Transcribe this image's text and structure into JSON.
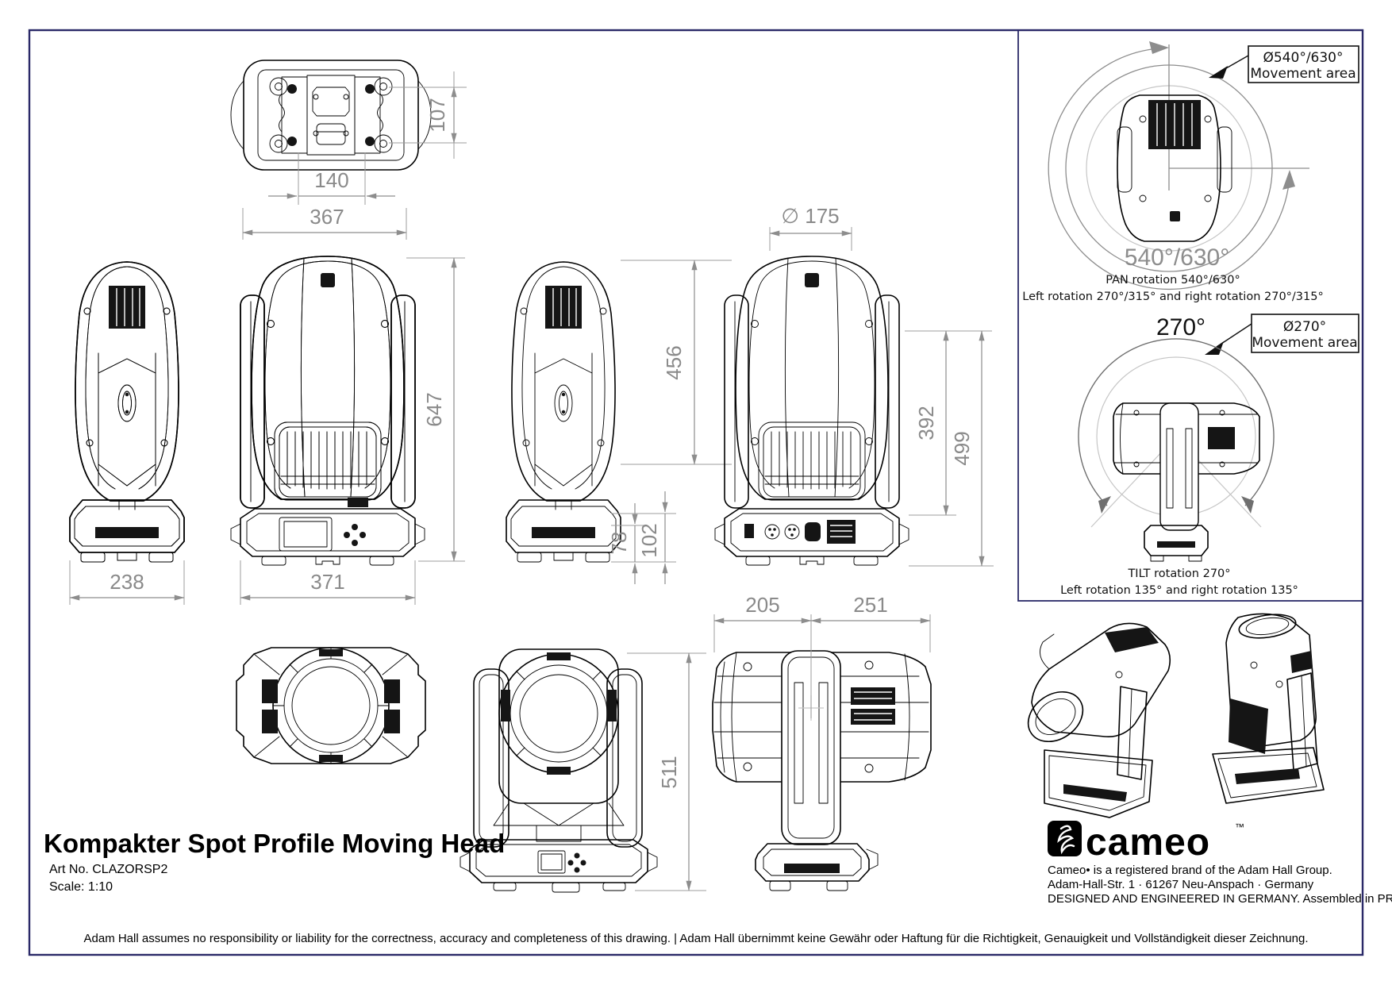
{
  "title_block": {
    "title": "Kompakter Spot Profile Moving Head",
    "art_no": "Art No. CLAZORSP2",
    "scale": "Scale: 1:10"
  },
  "footer": {
    "disclaimer": "Adam Hall assumes no responsibility or liability for the correctness, accuracy and completeness of this drawing. | Adam Hall übernimmt keine Gewähr oder Haftung für die Richtigkeit, Genauigkeit und Vollständigkeit dieser Zeichnung."
  },
  "brand": {
    "logo_text": "cameo",
    "trademark": "™",
    "line1": "Cameo• is a registered brand of the Adam Hall Group.",
    "line2": "Adam-Hall-Str. 1 · 61267 Neu-Anspach · Germany",
    "line3": "DESIGNED AND ENGINEERED IN GERMANY. Assembled in PRC"
  },
  "movement_panel": {
    "pan": {
      "callout_line1": "Ø540°/630°",
      "callout_line2": "Movement area",
      "angle_label": "540°/630°",
      "caption1": "PAN rotation 540°/630°",
      "caption2": "Left rotation 270°/315° and right rotation 270°/315°"
    },
    "tilt": {
      "callout_line1": "Ø270°",
      "callout_line2": "Movement area",
      "angle_label": "270°",
      "caption1": "TILT rotation 270°",
      "caption2": "Left rotation 135° and right rotation 135°"
    }
  },
  "dimensions_mm": {
    "top_depth": "107",
    "mount_spacing": "140",
    "top_width": "367",
    "side_width": "238",
    "front_width": "371",
    "total_height": "647",
    "head_length": "456",
    "base_front_height": "78",
    "base_total_height": "102",
    "lens_diameter": "∅ 175",
    "head_top_to_arm": "392",
    "head_top_to_base": "499",
    "front_offset": "205",
    "rear_offset": "251",
    "upright_head_height": "511"
  },
  "colors": {
    "frame": "#2a2968",
    "dimension_gray": "#8d8d8d",
    "drawing_black": "#000000",
    "light_gray": "#c6c6c6"
  }
}
